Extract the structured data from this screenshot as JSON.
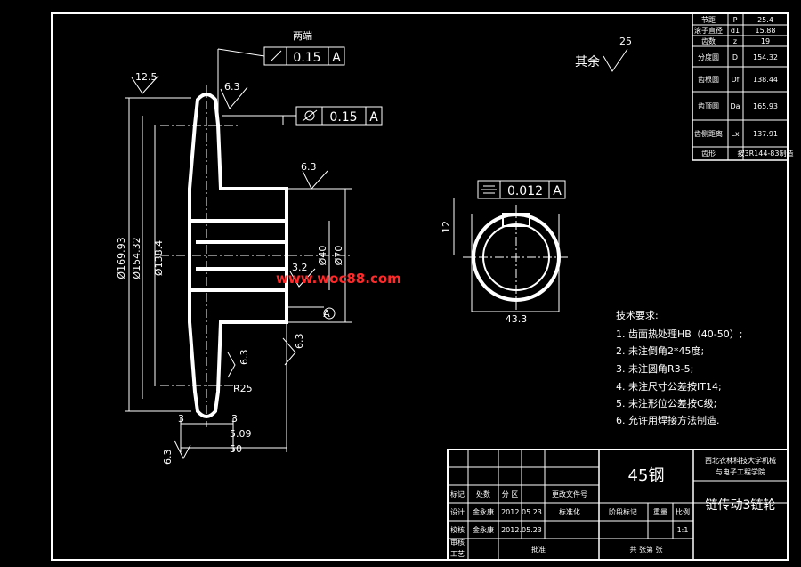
{
  "colors": {
    "background": "#000000",
    "lines": "#ffffff",
    "watermark": "#ff2a2a"
  },
  "surface_notes": {
    "both_sides": "两端",
    "others_label": "其余",
    "others_roughness": "25",
    "r_12_5": "12.5",
    "r_6_3": "6.3",
    "r_3_2": "3.2"
  },
  "tolerances": {
    "runout1_value": "0.15",
    "runout1_datum": "A",
    "runout2_value": "0.15",
    "runout2_datum": "A",
    "sym_value": "0.012",
    "sym_datum": "A"
  },
  "dimensions": {
    "d1": "Ø169.93",
    "d2": "Ø154.32",
    "d3": "Ø138.4",
    "d4": "Ø70",
    "d5": "Ø40",
    "r25": "R25",
    "w3a": "3",
    "w3b": "3",
    "w509": "5.09",
    "w50": "50",
    "key_w": "12",
    "key_h": "43.3",
    "datum": "A"
  },
  "params_table": [
    {
      "name": "节距",
      "sym": "P",
      "val": "25.4"
    },
    {
      "name": "滚子直径",
      "sym": "d1",
      "val": "15.88"
    },
    {
      "name": "齿数",
      "sym": "z",
      "val": "19"
    },
    {
      "name": "分度圆",
      "sym": "D",
      "val": "154.32"
    },
    {
      "name": "齿根圆",
      "sym": "Df",
      "val": "138.44"
    },
    {
      "name": "齿顶圆",
      "sym": "Da",
      "val": "165.93"
    },
    {
      "name": "齿侧距离",
      "sym": "Lx",
      "val": "137.91"
    },
    {
      "name": "齿形",
      "sym": "",
      "val": "按3R144-83制造"
    }
  ],
  "tech_requirements": {
    "title": "技术要求:",
    "items": [
      "1. 齿面热处理HB（40-50）;",
      "2. 未注倒角2*45度;",
      "3. 未注圆角R3-5;",
      "4. 未注尺寸公差按IT14;",
      "5. 未注形位公差按C级;",
      "6. 允许用焊接方法制造."
    ]
  },
  "watermark": "www.woc88.com",
  "title_block": {
    "material": "45钢",
    "school": "西北农林科技大学机械",
    "school2": "与电子工程学院",
    "part_name": "链传动3链轮",
    "stage_label": "阶段标记",
    "weight_label": "重量",
    "scale_label": "比例",
    "scale": "1:1",
    "sheets_label": "共    张第    张",
    "approve_label": "批准",
    "mark_label": "标记",
    "count_label": "处数",
    "zone_label": "分    区",
    "change_label": "更改文件号",
    "design_label": "设计",
    "check_label": "校核",
    "review_label": "审核",
    "craft_label": "工艺",
    "designer": "金永康",
    "date1": "2012.05.23",
    "std_label": "标准化",
    "designer2": "金永康",
    "date2": "2012.05.23"
  }
}
